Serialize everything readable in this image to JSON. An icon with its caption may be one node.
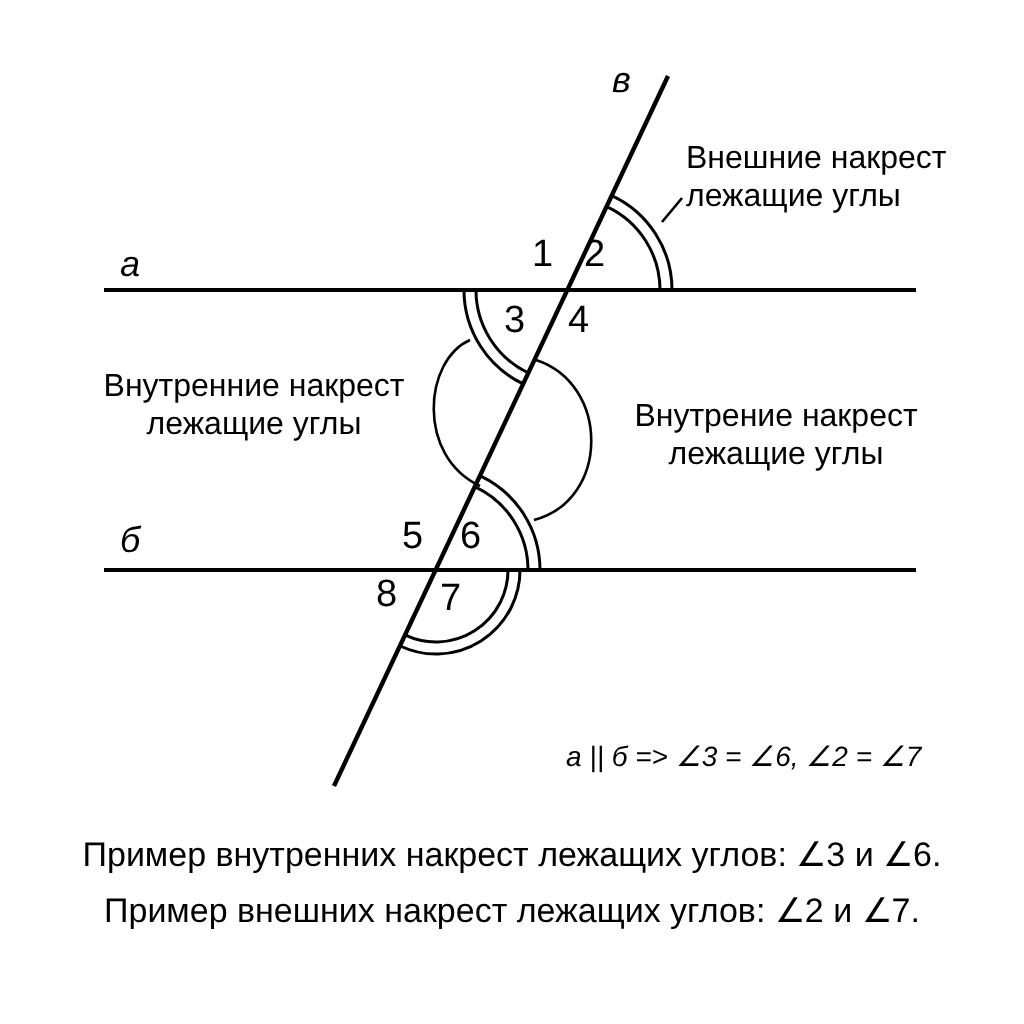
{
  "diagram": {
    "nodes": [
      {
        "text": [
          "Внешние накрест лежащие углы"
        ]
      },
      {
        "text": [],
        "shape": "arc"
      }
    ],
    "edges": [
      {
        "from": 0,
        "to": 1,
        "arrow": "none"
      }
    ],
    "labels": [
      "в",
      "а",
      "1",
      "2",
      "3",
      "4",
      "Внутренние накрест лежащие углы",
      "Внутрение накрест лежащие углы",
      "б",
      "5",
      "6",
      "8",
      "7",
      "а || б => ∠3 = ∠6, ∠2 = ∠7",
      "Пример внутренних накрест лежащих углов: ∠3 и ∠6.",
      "Пример внешних накрест лежащих углов: ∠2 и ∠7."
    ]
  }
}
